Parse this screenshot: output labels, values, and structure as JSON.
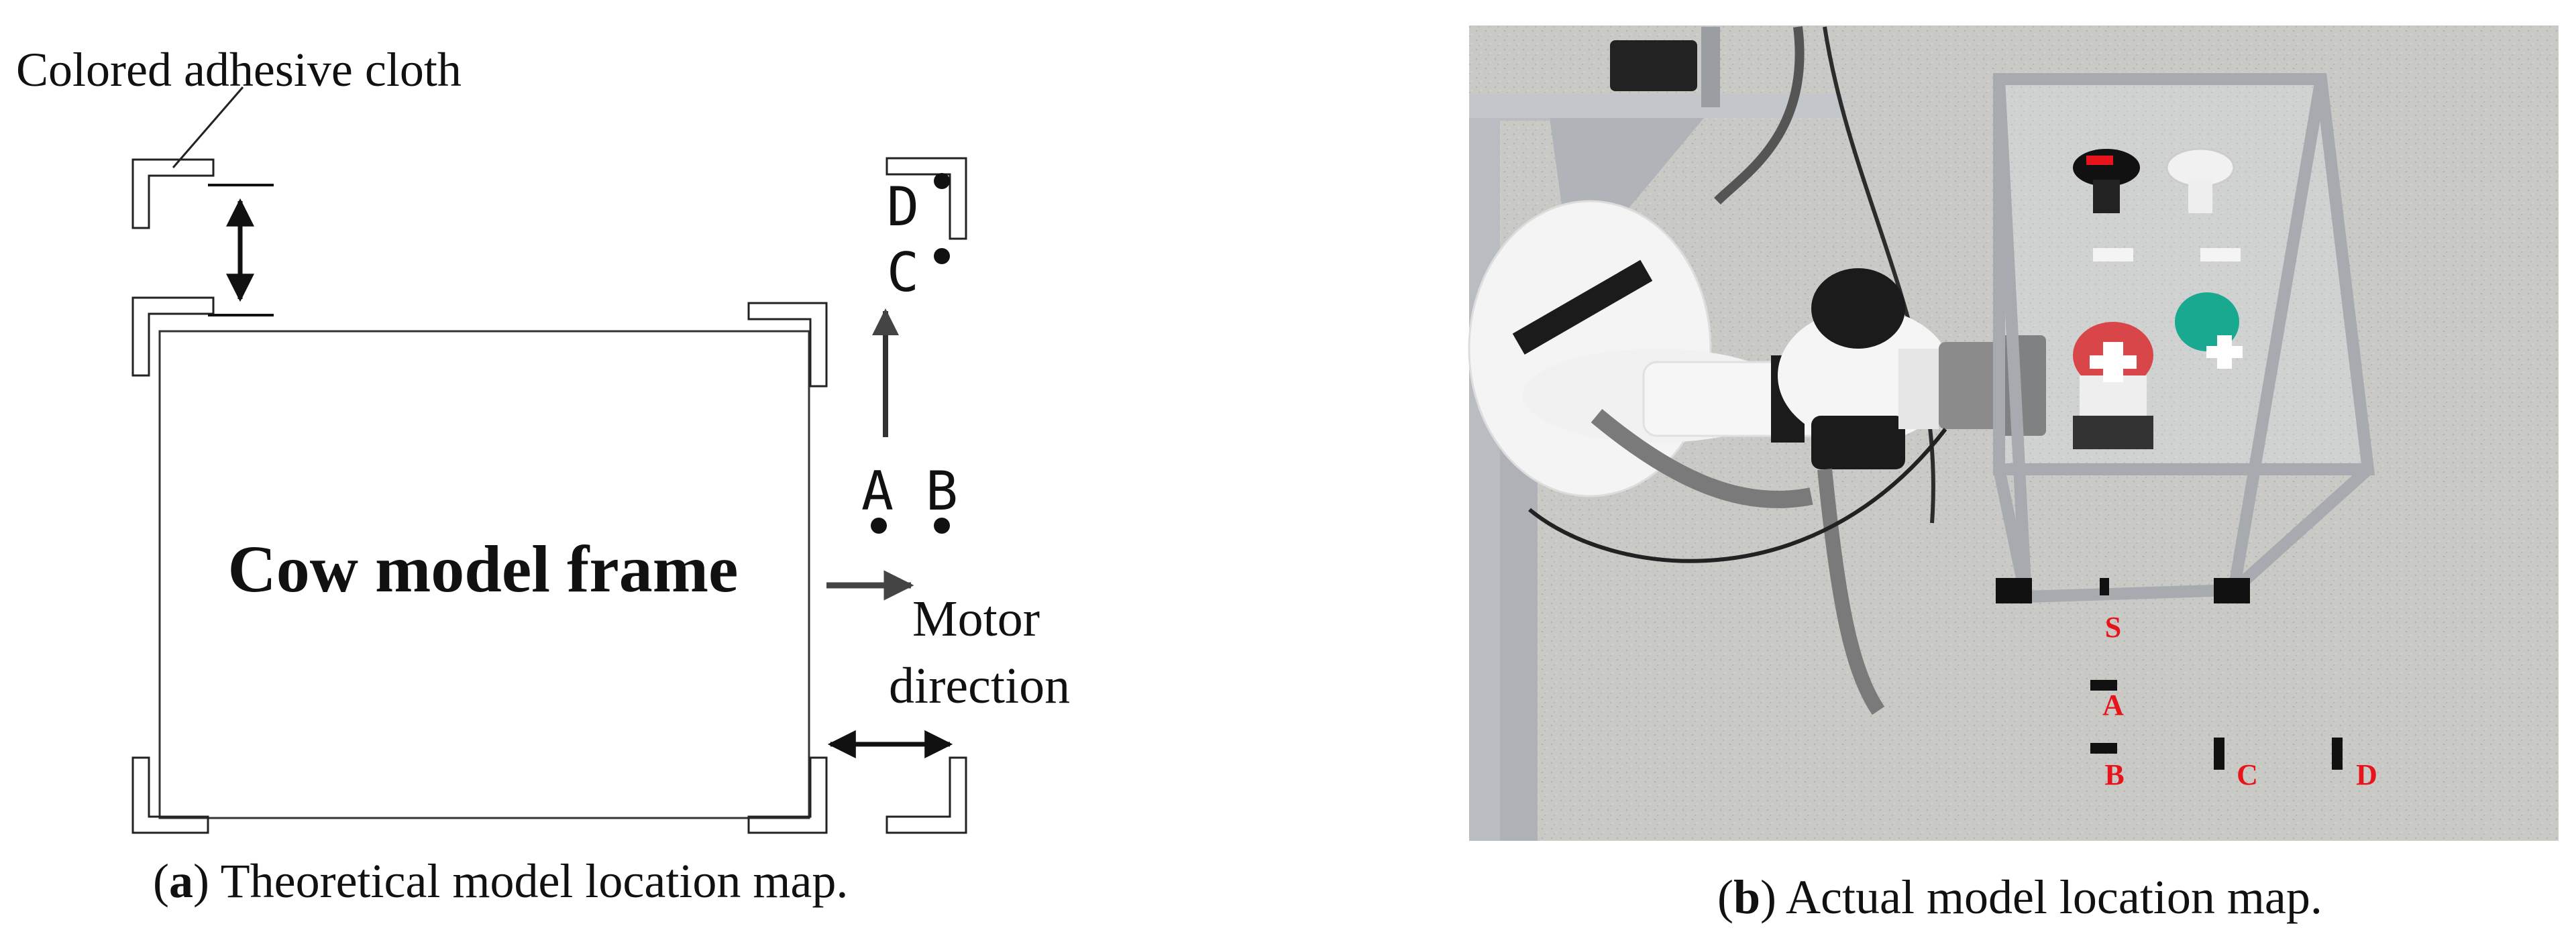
{
  "panel_a": {
    "label_cloth": "Colored adhesive cloth",
    "frame_label": "Cow model frame",
    "motor_line1": "Motor",
    "motor_line2": "direction",
    "point_a": "A",
    "point_b": "B",
    "point_c": "C",
    "point_d": "D",
    "caption_letter": "a",
    "caption_open": "(",
    "caption_close": ")",
    "caption_text": " Theoretical model location map."
  },
  "panel_b": {
    "marker_s": "S",
    "marker_a": "A",
    "marker_b": "B",
    "marker_c": "C",
    "marker_d": "D",
    "caption_letter": "b",
    "caption_open": "(",
    "caption_close": ")",
    "caption_text": " Actual model location map."
  },
  "colors": {
    "marker_red": "#e8141b",
    "floor": "#c9c9c6",
    "rail": "#b9bcc0",
    "robot_white": "#f4f4f4",
    "robot_black": "#1b1b1b",
    "teal": "#19a890"
  }
}
